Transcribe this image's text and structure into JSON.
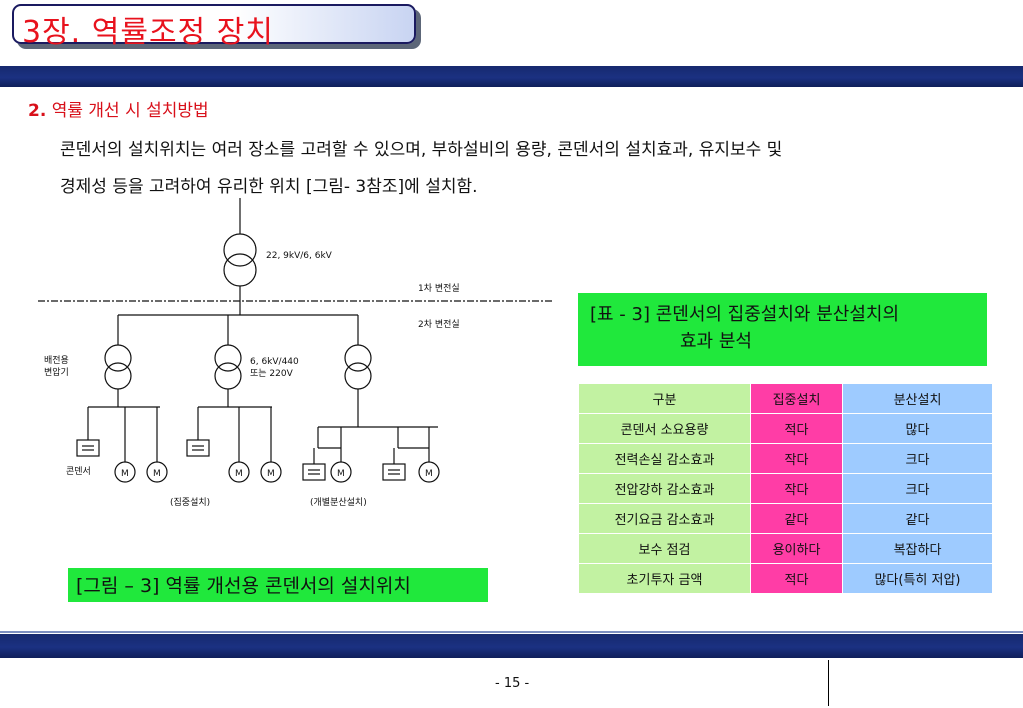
{
  "title": "3장. 역률조정 장치",
  "section": {
    "number": "2.",
    "title": "역률 개선 시 설치방법"
  },
  "paragraph": {
    "line1": "콘덴서의 설치위치는 여러 장소를 고려할 수 있으며, 부하설비의 용량, 콘덴서의 설치효과, 유지보수 및",
    "line2": "경제성 등을 고려하여 유리한 위치 [그림- 3참조]에 설치함."
  },
  "diagram": {
    "voltage_top": "22, 9kV/6, 6kV",
    "substation1": "1차 변전실",
    "substation2": "2차 변전실",
    "transformer_label_line1": "배전용",
    "transformer_label_line2": "변압기",
    "voltage_mid_line1": "6, 6kV/440",
    "voltage_mid_line2": "또는 220V",
    "capacitor_label": "콘덴서",
    "motor_symbol": "M",
    "label_central": "(집중설치)",
    "label_individual": "(개별분산설치)"
  },
  "figure_caption": "[그림 – 3] 역률 개선용 콘덴서의 설치위치",
  "table_caption": {
    "line1": "[표 - 3] 콘덴서의 집중설치와 분산설치의",
    "line2": "효과 분석"
  },
  "table": {
    "headers": [
      "구분",
      "집중설치",
      "분산설치"
    ],
    "rows": [
      [
        "콘덴서 소요용량",
        "적다",
        "많다"
      ],
      [
        "전력손실 감소효과",
        "작다",
        "크다"
      ],
      [
        "전압강하 감소효과",
        "작다",
        "크다"
      ],
      [
        "전기요금 감소효과",
        "같다",
        "같다"
      ],
      [
        "보수 점검",
        "용이하다",
        "복잡하다"
      ],
      [
        "초기투자 금액",
        "적다",
        "많다(특히 저압)"
      ]
    ]
  },
  "page_number": "- 15 -"
}
